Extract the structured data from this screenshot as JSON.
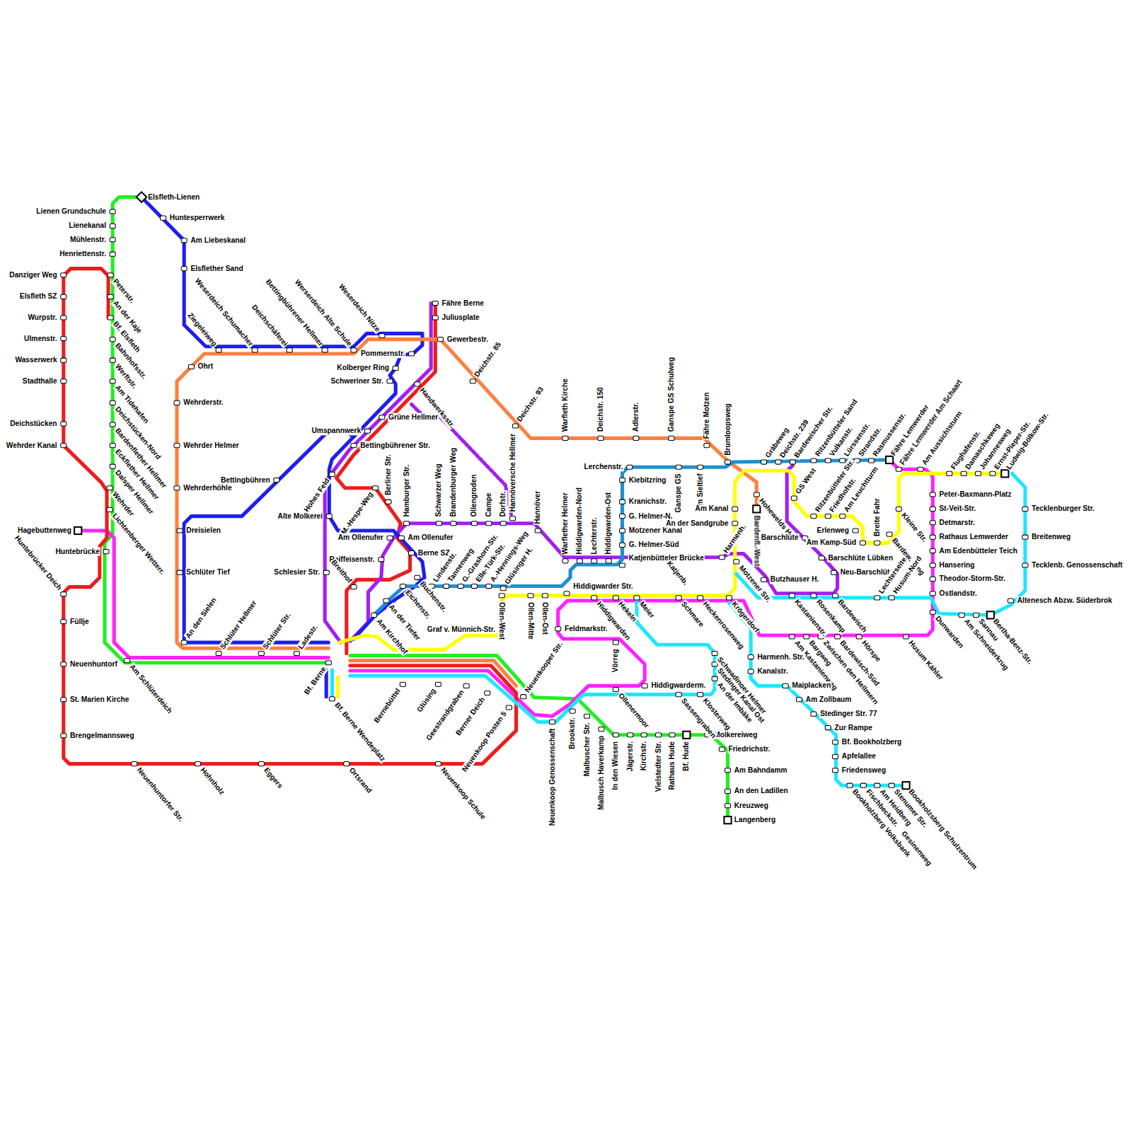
{
  "diagram": {
    "labels": [
      "Elsfleth-Lienen",
      "Huntesperrwerk",
      "Am Liebeskanal",
      "Elsflether Sand",
      "Lienen Grundschule",
      "Lienekanal",
      "Mühlenstr.",
      "Henriettenstr.",
      "Danziger Weg",
      "Elsfleth SZ",
      "Wurpstr.",
      "Ulmenstr.",
      "Wasserwerk",
      "Stadthalle",
      "Deichstücken",
      "Wehrder Kanal",
      "Peterstr.",
      "An der Kaje",
      "Bf. Elsfleth",
      "Bahnhofsstr.",
      "Werftstr.",
      "Am Tidehafen",
      "Deichstücken-Nord",
      "Bardenflether Hellmer",
      "Eckflether Hellmer",
      "Dalsper Hellmer",
      "Wehrder",
      "Lichtenberger Wetterr.",
      "Hagebuttenweg",
      "Huntebrücke",
      "Huntebrücker Deich",
      "Füllje",
      "Neuenhuntorf",
      "St. Marien Kirche",
      "Brengelmannsweg",
      "Neuenhuntorfer Str.",
      "Hohnholz",
      "Eggers",
      "Ortsrand",
      "Neuenkoop Schule",
      "Am Schlüterdeich",
      "An den Sielen",
      "Schlüter Hellmer",
      "Schlüter Str.",
      "Ladestr.",
      "Dreisielen",
      "Schlüter Tief",
      "Wehrderhöhle",
      "Wehrder Helmer",
      "Wehrderstr.",
      "Ohrt",
      "Bettingbühren",
      "Ziegeleiweg",
      "Weserdeich Schumacher",
      "Deichschäferei",
      "Bettingbührener Hellmer",
      "Werserdeich Alte Schule",
      "Weserdeich Nitze",
      "Fähre Berne",
      "Juliusplate",
      "Gewerbestr.",
      "Pommernstr.",
      "Kolberger Ring",
      "Schweriner Str.",
      "Handwerksstr.",
      "Grüne Hellmer",
      "Umspannwerk",
      "Bettingbührener Str.",
      "Hohes Feld",
      "Alte Molkerei",
      "M.-Hespe-Weg",
      "Berliner Str.",
      "Hamburger Str.",
      "Am Ollenufer",
      "Am Ollenufer",
      "Berne SZ",
      "Raiffeisenstr.",
      "Schlesier Str.",
      "Breithof",
      "Lindenstr.",
      "Tannenweg",
      "G.-Grashorn-Str.",
      "Elle-Türk-Str.",
      "A.-Hennings-Weg",
      "Glüsinger H.",
      "Eichenstr.",
      "Buchenstr.",
      "An der Tiefer",
      "Am Kirchhof",
      "Bf. Berne",
      "Bf. Berne Wendeplatz",
      "Bernebüttel",
      "Glüsing",
      "Geestrandgraben",
      "Berner Deich",
      "Neuenkoop Posten 5",
      "Neuenkooper Str.",
      "Neuenkoop Genossenschaft",
      "Brookstr.",
      "Malbuscher Str.",
      "Malbusch Haverkamp",
      "In den Wiesen",
      "Jägerstr.",
      "Kirchstr.",
      "Vielstedter Str.",
      "Rathaus Hude",
      "Bf. Hude",
      "Molkereiweg",
      "Friedrichstr.",
      "Am Bahndamm",
      "An den Ladillen",
      "Kreuzweg",
      "Langenberg",
      "Graf v. Münnich-Str.",
      "Ollen-West",
      "Ollen-Mitte",
      "Ollen-Ost",
      "Hiddigwarder Str.",
      "Feldmarkstr.",
      "Hiddigwarden",
      "Hekeln",
      "Meier",
      "Schmare",
      "Heckenrosenweg",
      "Krögerdorf",
      "Vörreg",
      "Ollenermoor",
      "Hiddigwarderm.",
      "Sassengraben",
      "Klosterweg",
      "Schwadinger Helmer",
      "Stedinger Kanal Ost",
      "An der Imbäke",
      "Warfleth Kirche",
      "Deichstr. 150",
      "Adlerstr.",
      "Ganspe GS Schulweg",
      "Fähre Motzen",
      "Deichstr. 85",
      "Deichstr. 93",
      "Hannöversche Hellmer",
      "Hannöver",
      "Schwarzer Weg",
      "Brandenburger Weg",
      "Ollengroden",
      "Campe",
      "Dorfstr.",
      "Warflether Helmer",
      "Hiddigwarden-Nord",
      "Lechterstr.",
      "Hiddigwarden-Ost",
      "Katjenbütteler Brücke",
      "Lerchenstr.",
      "Kiebitzring",
      "Kranichstr.",
      "G. Helmer-N.",
      "Motzener Kanal",
      "G. Helmer-Süd",
      "Ganspe GS",
      "Am Sieltief",
      "Brumloopsweg",
      "Am Kanal",
      "An der Sandgrube",
      "Harmenh.",
      "Katjenb.",
      "Bardenfl.-West",
      "Hohewelds H.",
      "Motzener Str.",
      "Gräbeweg",
      "Deichstr. 239",
      "Bardewischer Str.",
      "Ritzenbütteler Sand",
      "Vulkanstr.",
      "Lürssenstr.",
      "Strandstr.",
      "Rasmussenstr.",
      "Fähre Lemwerder",
      "Fähre Lemwerder Am Schaart",
      "Am Aussichtsturm",
      "Flughafenstr.",
      "Damaschkeweg",
      "Johannesweg",
      "Ernst-Pieper-Str.",
      "Ludwig-Bölkow-Str.",
      "GS West",
      "Ritzenbütteler Str.",
      "Friedhofstr.",
      "Am Leuchtturm",
      "Erlenweg",
      "Breite Fahr",
      "Am Kamp-Süd",
      "Barschlüte",
      "Barschlüte Lübken",
      "Neu-Barschlüte",
      "Butzhauser H.",
      "Kleine Str.",
      "Bardew. Ring",
      "Lechterseite",
      "Husum-Nord",
      "Kastanienstr.",
      "Rosenkamp",
      "Bardewisch",
      "Am Kastanienweg",
      "Bargweg",
      "Zwischen den Hellmern",
      "Bardewisch-Süd",
      "Hörspe",
      "Husum Kähler",
      "Dunwarden",
      "Am Schneiderkrug",
      "Sannau",
      "Bertha-Benz-Str.",
      "Altenesch Abzw. Süderbrok",
      "Tecklenburger Str.",
      "Breitenweg",
      "Tecklenb. Genossenschaft",
      "Peter-Baxmann-Platz",
      "St-Veit-Str.",
      "Detmarstr.",
      "Rathaus Lemwerder",
      "Am Edenbütteler Teich",
      "Hansering",
      "Theodor-Storm-Str.",
      "Ostlandstr.",
      "Harmenh. Str.",
      "Kanalstr.",
      "Maiplacken",
      "Am Zollbaum",
      "Stedinger Str. 77",
      "Zur Rampe",
      "Bf. Bookholzberg",
      "Apfelallee",
      "Friedensweg",
      "Bookholzberg Volksbank",
      "Fischbeckstr.",
      "Gesinenweg",
      "Am Heidberg",
      "Stenumer Str.",
      "Bookholzsberg Schulzentrum"
    ]
  }
}
